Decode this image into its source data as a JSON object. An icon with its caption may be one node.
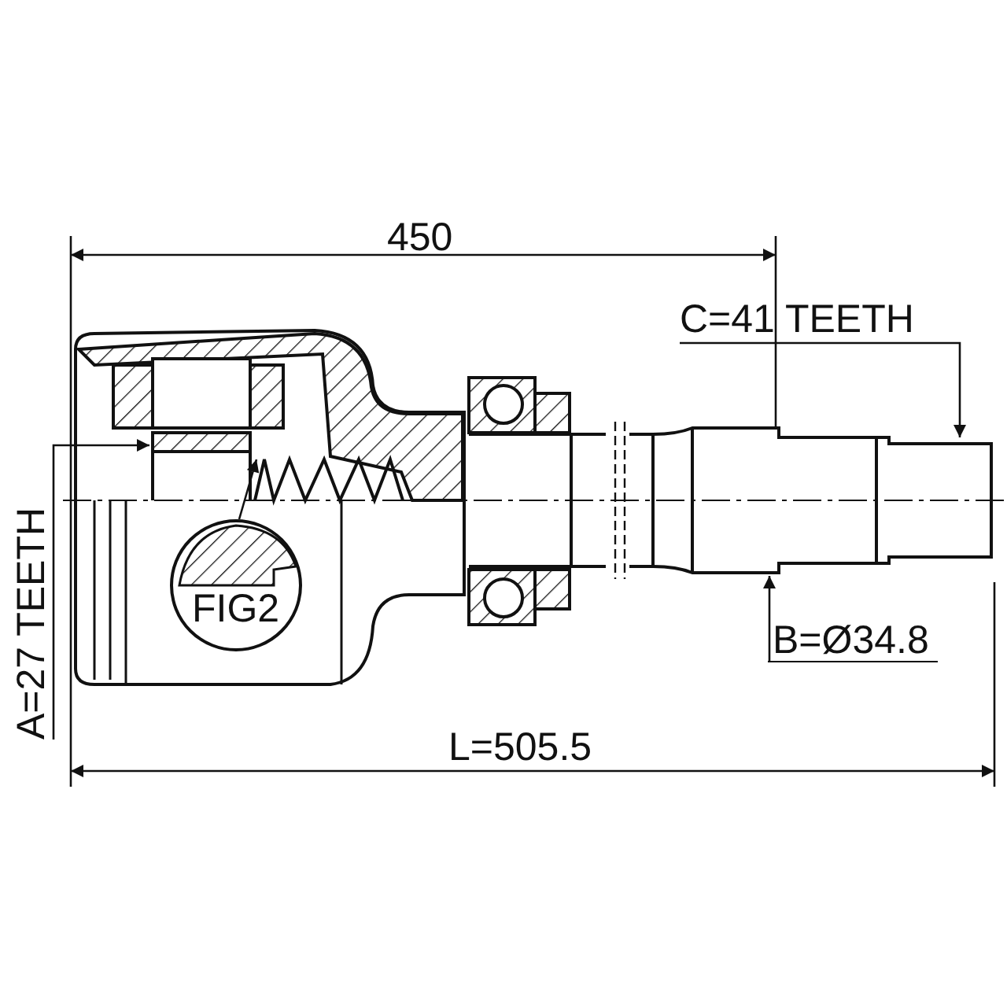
{
  "diagram": {
    "nodes": [
      {
        "text": [
          "C=41 TEETH"
        ]
      },
      {
        "text": [
          "B=Ø34.8"
        ]
      },
      {
        "text": [
          "A=27 TEETH"
        ]
      },
      {
        "text": [
          "FIG2"
        ]
      }
    ],
    "edges": [
      {
        "from": 0,
        "to": null,
        "arrow": "to"
      },
      {
        "from": 1,
        "to": null,
        "arrow": "to"
      },
      {
        "from": 2,
        "to": null,
        "arrow": "to"
      },
      {
        "from": 3,
        "to": null,
        "arrow": "to"
      }
    ],
    "labels": [
      "450",
      "L=505.5"
    ]
  }
}
